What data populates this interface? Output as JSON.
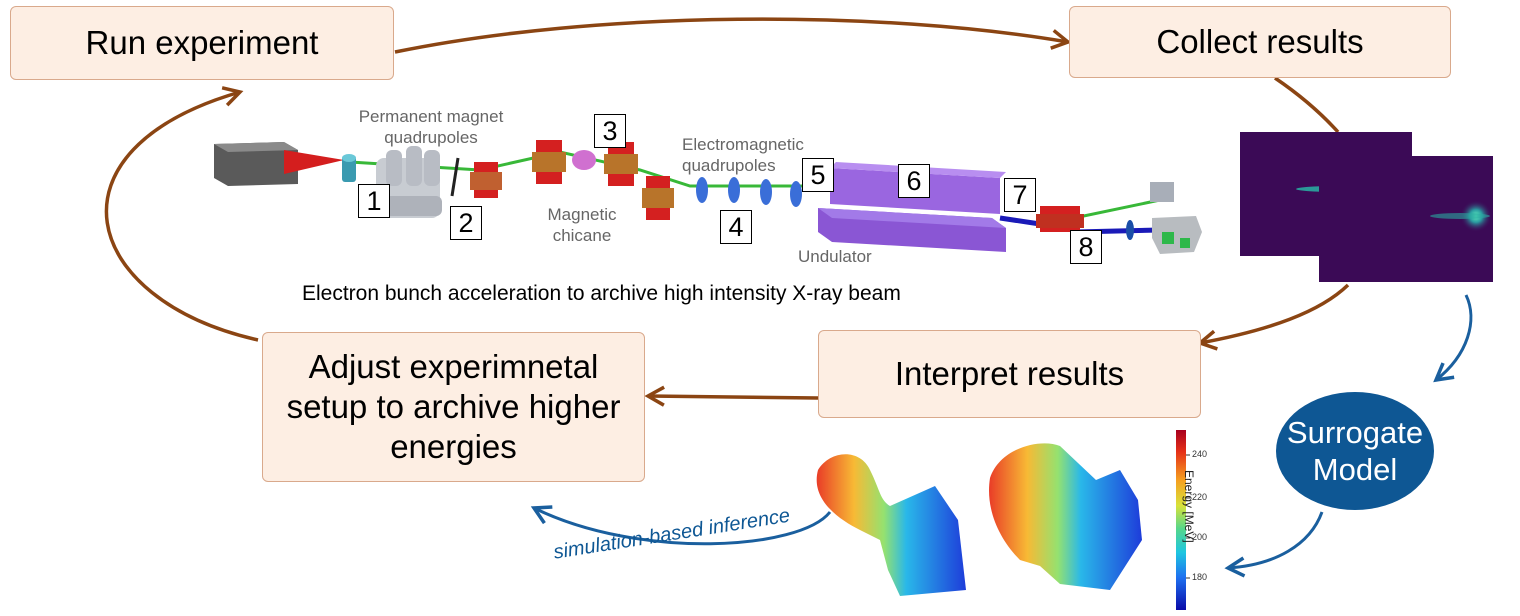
{
  "boxes": {
    "run": "Run experiment",
    "collect": "Collect results",
    "interpret": "Interpret results",
    "adjust": [
      "Adjust experimnetal",
      "setup to archive higher",
      "energies"
    ]
  },
  "beamline": {
    "labels": {
      "pmq": [
        "Permanent magnet",
        "quadrupoles"
      ],
      "emq": [
        "Electromagnetic",
        "quadrupoles"
      ],
      "chicane": [
        "Magnetic",
        "chicane"
      ],
      "undulator": "Undulator"
    },
    "caption": "Electron bunch acceleration to archive high intensity X-ray beam",
    "numbers": [
      "1",
      "2",
      "3",
      "4",
      "5",
      "6",
      "7",
      "8"
    ]
  },
  "surrogate": [
    "Surrogate",
    "Model"
  ],
  "sbi_label": "simulation-based inference",
  "colorbar": {
    "title": "Energy [MeV]",
    "ticks": [
      "240",
      "220",
      "200",
      "180"
    ]
  },
  "colors": {
    "arrow_brown": "#8b4513",
    "arrow_blue": "#1a5f9e",
    "box_fill": "#fdeee3",
    "box_border": "#d9a98c",
    "model_fill": "#0e5794",
    "detector_bg": "#3b0a56",
    "undulator": "#9a66e0",
    "magnet_red": "#d42020"
  }
}
